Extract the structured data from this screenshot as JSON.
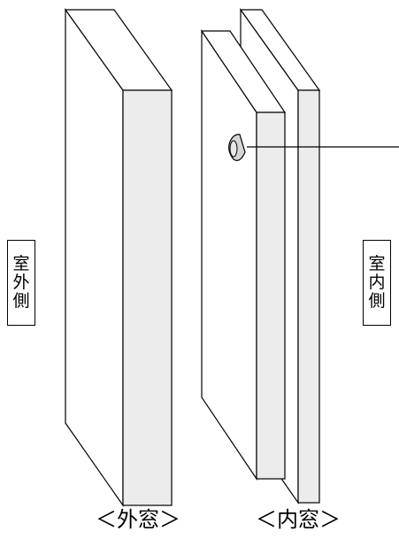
{
  "labels": {
    "outdoor": [
      "室",
      "外",
      "側"
    ],
    "indoor": [
      "室",
      "内",
      "側"
    ]
  },
  "captions": {
    "outer_window": "＜外窓＞",
    "inner_window": "＜内窓＞"
  },
  "colors": {
    "stroke": "#000000",
    "pane_face": "#ffffff",
    "pane_edge": "#ececec",
    "sensor_fill": "#d6d6d6"
  },
  "icons": {
    "sensor": "sensor-icon"
  }
}
